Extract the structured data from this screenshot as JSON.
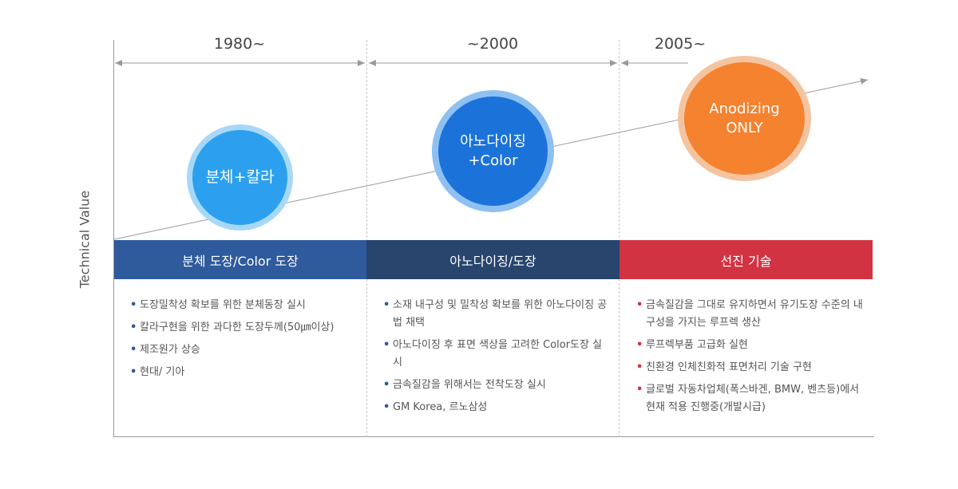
{
  "axis": {
    "y_label": "Technical Value"
  },
  "eras": [
    {
      "label": "1980~"
    },
    {
      "label": "~2000"
    },
    {
      "label": "2005~"
    }
  ],
  "circles": [
    {
      "text": "분체+칼라",
      "color": "#2ca0ef"
    },
    {
      "text": "아노다이징\n+Color",
      "color": "#1b73d9"
    },
    {
      "text": "Anodizing\nONLY",
      "color": "#f4822f"
    }
  ],
  "bands": [
    {
      "label": "분체 도장/Color 도장",
      "color": "#2f5a9c"
    },
    {
      "label": "아노다이징/도장",
      "color": "#27456d"
    },
    {
      "label": "선진 기술",
      "color": "#d13343"
    }
  ],
  "columns": [
    {
      "items": [
        "도장밀착성 확보를 위한 분체동장 실시",
        "칼라구현을 위한 과다한 도장두께(50㎛이상)",
        "제조원가 상승",
        "현대/ 기아"
      ]
    },
    {
      "items": [
        "소재 내구성 및 밀착성 확보를 위한 아노다이징 공법 채택",
        "아노다이징 후 표면 색상을 고려한 Color도장 실시",
        "금속질감을 위해서는 전착도장 실시",
        "GM Korea, 르노삼성"
      ]
    },
    {
      "items": [
        "금속질감을 그대로 유지하면서 유기도장 수준의 내구성을 가지는 루프렉 생산",
        "루프렉부품 고급화 실현",
        "친환경 인체친화적 표면처리 기술 구현",
        "글로벌 자동차업체(폭스바겐, BMW, 벤츠등)에서 현재 적용 진행중(개발시급)"
      ]
    }
  ],
  "colors": {
    "arrow": "#9a9a9a",
    "dashed": "#c8c8c8",
    "bullet_blue": "#2f5a9c",
    "bullet_red": "#d13343"
  }
}
